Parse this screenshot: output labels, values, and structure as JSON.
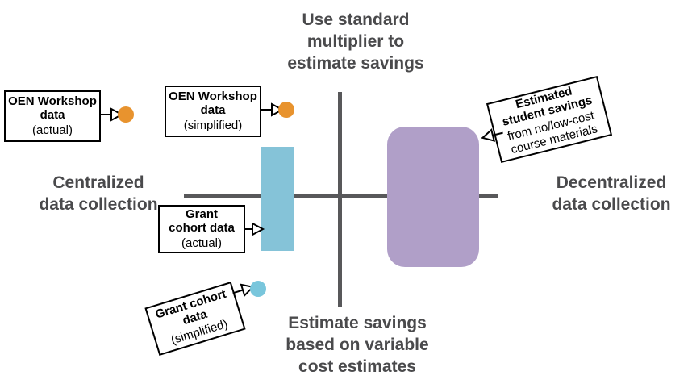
{
  "diagram": {
    "title_top": "Use standard\nmultiplier to\nestimate savings",
    "title_bottom": "Estimate savings\nbased on variable\ncost estimates",
    "label_left": "Centralized\ndata collection",
    "label_right": "Decentralized\ndata collection",
    "axis_color": "#58585a",
    "heading_color": "#4a4a4c"
  },
  "boxes": [
    {
      "id": "oen-workshop-actual",
      "title": "OEN Workshop\ndata",
      "sub": "(actual)"
    },
    {
      "id": "oen-workshop-simplified",
      "title": "OEN Workshop\ndata",
      "sub": "(simplified)"
    },
    {
      "id": "grant-cohort-actual",
      "title": "Grant\ncohort data",
      "sub": "(actual)"
    },
    {
      "id": "grant-cohort-simplified",
      "title": "Grant cohort\ndata",
      "sub": "(simplified)"
    },
    {
      "id": "estimated-student-savings",
      "title": "Estimated\nstudent savings",
      "sub": "from no/low-cost\ncourse materials"
    }
  ],
  "markers": [
    {
      "id": "oen-actual-marker",
      "color": "#e8932e"
    },
    {
      "id": "oen-simplified-marker",
      "color": "#e8932e"
    },
    {
      "id": "grant-simplified-marker",
      "color": "#79c6dc"
    }
  ],
  "shapes": [
    {
      "id": "grant-cohort-actual-range",
      "type": "rect",
      "color": "#85c3d8"
    },
    {
      "id": "estimated-student-savings-range",
      "type": "rounded-rect",
      "color": "#b09fc8"
    }
  ]
}
